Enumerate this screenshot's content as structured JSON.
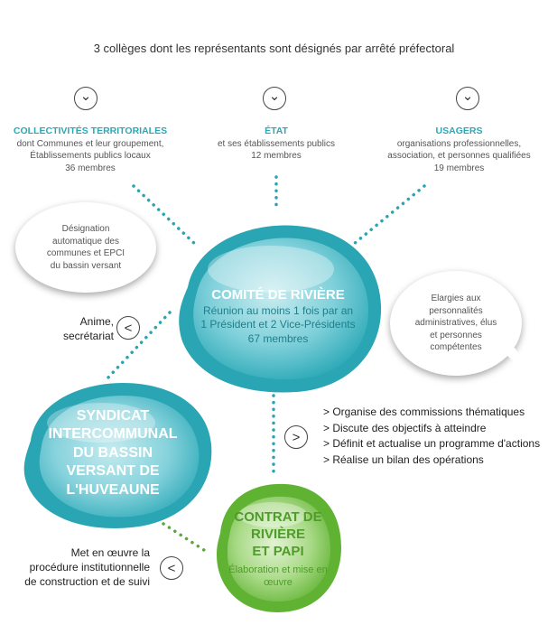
{
  "header": "3 collèges dont les représentants sont désignés par arrêté préfectoral",
  "icons": {
    "down": "⌄",
    "left": "<",
    "right": ">"
  },
  "colleges": [
    {
      "title": "COLLECTIVITÉS TERRITORIALES",
      "lines": [
        "dont Communes  et leur groupement,",
        "Établissements   publics locaux"
      ],
      "count": "36 membres"
    },
    {
      "title": "ÉTAT",
      "lines": [
        "et ses établissements   publics"
      ],
      "count": "12 membres"
    },
    {
      "title": "USAGERS",
      "lines": [
        "organisations  professionnelles,",
        "association,  et personnes qualifiées"
      ],
      "count": "19 membres"
    }
  ],
  "bubble_left": [
    "Désignation",
    "automatique   des",
    "communes  et EPCI",
    "du bassin versant"
  ],
  "bubble_right": [
    "Elargies aux",
    "personnalités",
    "administratives,   élus",
    "et personnes",
    "compétentes"
  ],
  "comite": {
    "title": "COMITÉ DE RIVIÈRE",
    "lines": [
      "Réunion au moins 1 fois par an",
      "1 Président et 2 Vice-Présidents",
      "67 membres"
    ]
  },
  "anime": [
    "Anime,",
    "secrétariat"
  ],
  "syndicat": [
    "SYNDICAT",
    "INTERCOMMUNAL",
    "DU BASSIN",
    "VERSANT DE",
    "L'HUVEAUNE"
  ],
  "actions": [
    "> Organise des commissions thématiques",
    "> Discute des objectifs à atteindre",
    "> Définit et actualise un programme d'actions",
    "> Réalise un bilan des opérations"
  ],
  "contrat": {
    "title": [
      "CONTRAT DE",
      "RIVIÈRE",
      "ET PAPI"
    ],
    "lines": [
      "Élaboration et mise en",
      "œuvre"
    ]
  },
  "met_en_oeuvre": [
    "Met en œuvre la",
    "procédure institutionnelle",
    "de construction et de suivi"
  ],
  "colors": {
    "teal": "#2aa8b6",
    "teal_dark": "#1b8f9c",
    "green": "#6cbd3e",
    "green_dark": "#4f9c2a",
    "dots": "#2ba4b2",
    "dots_green": "#5aa83a"
  }
}
